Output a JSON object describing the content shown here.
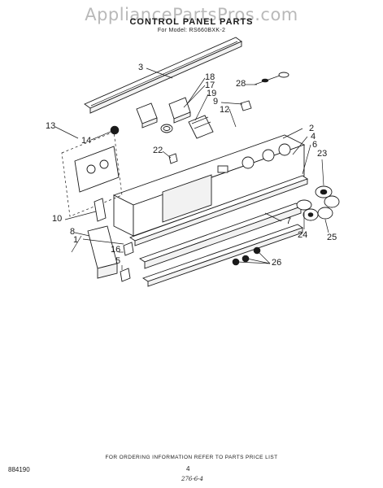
{
  "watermark": "AppliancePartsPros.com",
  "title": "CONTROL PANEL PARTS",
  "model_line": "For Model: RS660BXK-2",
  "callouts": {
    "c1": "1",
    "c2": "2",
    "c3": "3",
    "c4": "4",
    "c5": "5",
    "c6": "6",
    "c7": "7",
    "c8": "8",
    "c9": "9",
    "c10": "10",
    "c12": "12",
    "c13": "13",
    "c14": "14",
    "c16": "16",
    "c17": "17",
    "c18": "18",
    "c19": "19",
    "c22": "22",
    "c23": "23",
    "c24": "24",
    "c25": "25",
    "c26": "26",
    "c28": "28"
  },
  "footer": {
    "ordering_info": "FOR ORDERING INFORMATION REFER TO PARTS PRICE LIST",
    "doc_number": "884190",
    "page_number": "4",
    "handwritten": "276-6-4"
  }
}
